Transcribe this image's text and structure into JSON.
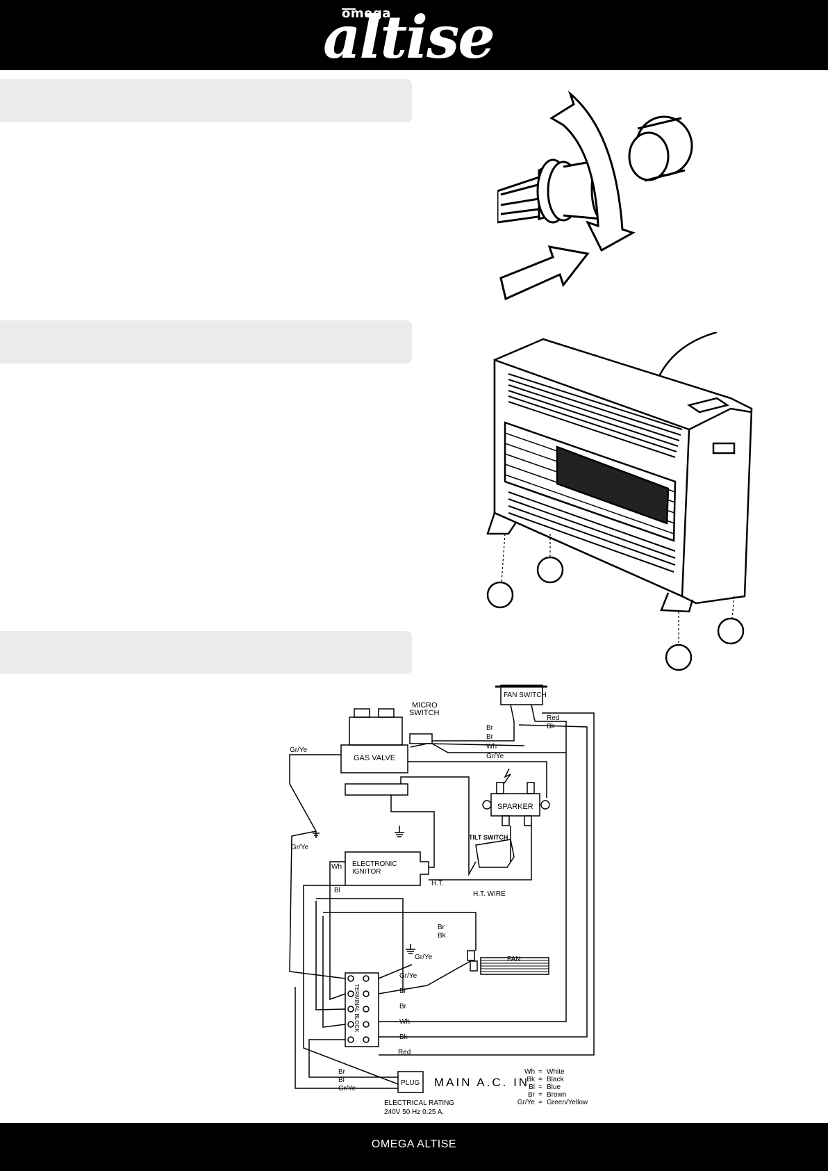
{
  "header": {
    "logo_small": "omega",
    "logo_big": "altise"
  },
  "footer": {
    "brand": "OMEGA ALTISE"
  },
  "wiring": {
    "fan_switch": "FAN SWITCH",
    "micro_switch_1": "MICRO",
    "micro_switch_2": "SWITCH",
    "gas_valve": "GAS VALVE",
    "sparker": "SPARKER",
    "tilt_switch": "TILT SWITCH",
    "ignitor_1": "ELECTRONIC",
    "ignitor_2": "IGNITOR",
    "ht": "H.T.",
    "ht_wire": "H.T. WIRE",
    "fan": "FAN",
    "terminal_block": "TERMINAL BLOCK",
    "plug": "PLUG",
    "main_ac": "MAIN A.C. IN",
    "rating_1": "ELECTRICAL RATING",
    "rating_2": "240V 50 Hz 0.25 A.",
    "w_red": "Red",
    "w_bk": "Bk",
    "w_br": "Br",
    "w_wh": "Wh",
    "w_grye": "Gr/Ye",
    "w_bl": "Bl",
    "legend": [
      {
        "code": "Wh",
        "name": "White"
      },
      {
        "code": "Bk",
        "name": "Black"
      },
      {
        "code": "Bl",
        "name": "Blue"
      },
      {
        "code": "Br",
        "name": "Brown"
      },
      {
        "code": "Gr/Ye",
        "name": "Green/Yellow"
      }
    ]
  }
}
